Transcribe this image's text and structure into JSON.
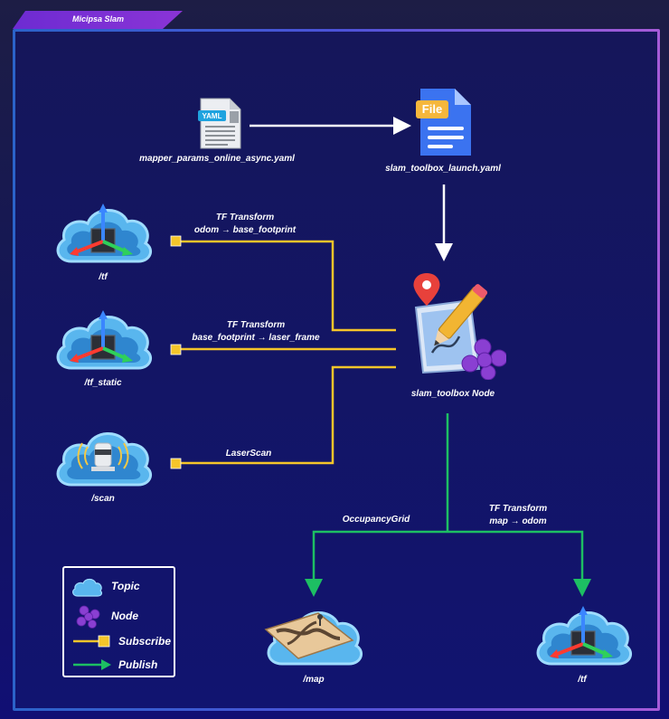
{
  "header": {
    "title": "Micipsa Slam"
  },
  "files": {
    "params": {
      "label": "mapper_params_online_async.yaml",
      "badge": "YAML"
    },
    "launch": {
      "label": "slam_toolbox_launch.yaml",
      "badge": "File"
    }
  },
  "node": {
    "label": "slam_toolbox Node"
  },
  "topics": {
    "tf_in": "/tf",
    "tf_static": "/tf_static",
    "scan": "/scan",
    "map": "/map",
    "tf_out": "/tf"
  },
  "edges": {
    "tf_in": [
      "TF Transform",
      "odom → base_footprint"
    ],
    "tf_static": [
      "TF Transform",
      "base_footprint → laser_frame"
    ],
    "scan": "LaserScan",
    "map": "OccupancyGrid",
    "tf_out": [
      "TF Transform",
      "map → odom"
    ]
  },
  "legend": {
    "topic": "Topic",
    "node": "Node",
    "subscribe": "Subscribe",
    "publish": "Publish"
  },
  "colors": {
    "subscribe": "#f5c52a",
    "publish": "#1dbf63",
    "flow": "#ffffff",
    "cloud": "#4aa8e6"
  }
}
